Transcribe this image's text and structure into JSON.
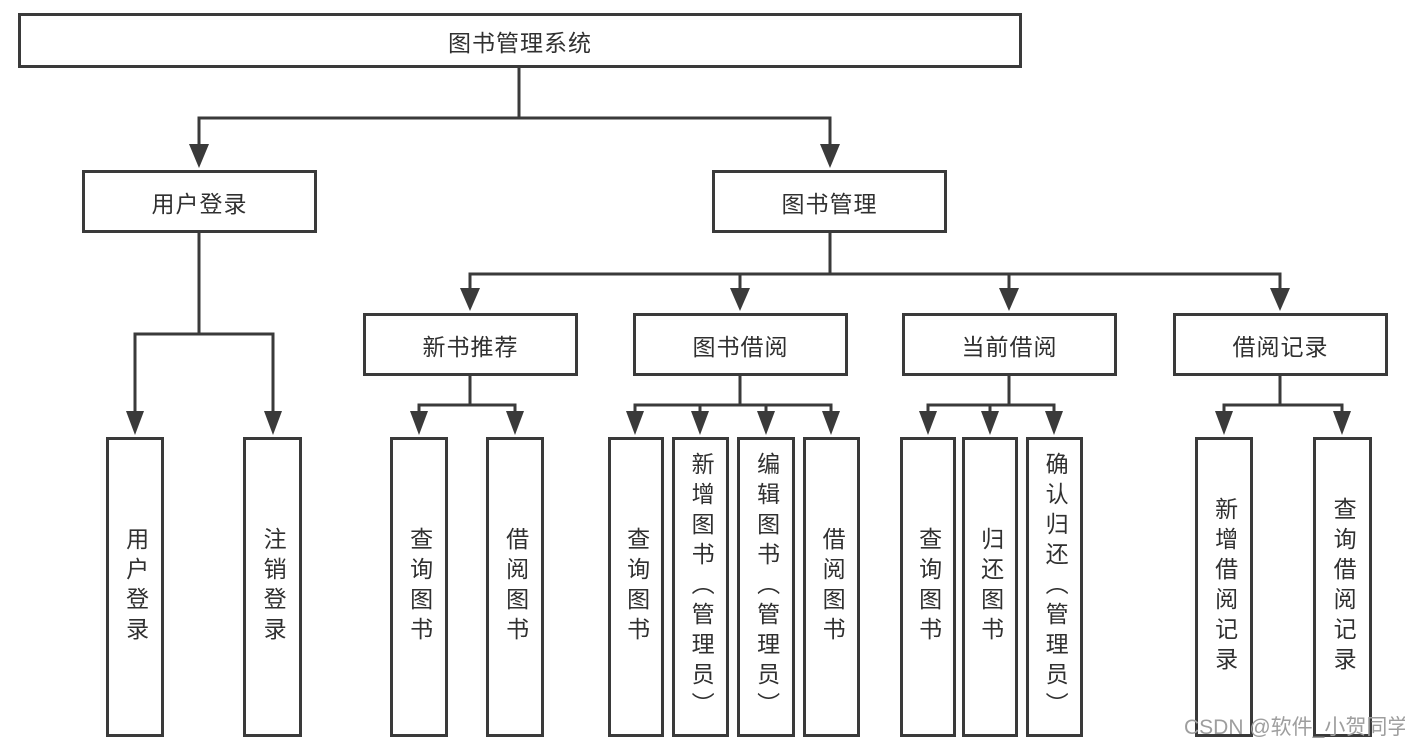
{
  "diagram": {
    "root": {
      "label": "图书管理系统"
    },
    "branches": [
      {
        "label": "用户登录",
        "children": [
          {
            "label": "用户登录"
          },
          {
            "label": "注销登录"
          }
        ]
      },
      {
        "label": "图书管理",
        "children": [
          {
            "label": "新书推荐",
            "children": [
              {
                "label": "查询图书"
              },
              {
                "label": "借阅图书"
              }
            ]
          },
          {
            "label": "图书借阅",
            "children": [
              {
                "label": "查询图书"
              },
              {
                "label": "新增图书（管理员）"
              },
              {
                "label": "编辑图书（管理员）"
              },
              {
                "label": "借阅图书"
              }
            ]
          },
          {
            "label": "当前借阅",
            "children": [
              {
                "label": "查询图书"
              },
              {
                "label": "归还图书"
              },
              {
                "label": "确认归还（管理员）"
              }
            ]
          },
          {
            "label": "借阅记录",
            "children": [
              {
                "label": "新增借阅记录"
              },
              {
                "label": "查询借阅记录"
              }
            ]
          }
        ]
      }
    ]
  },
  "watermark": {
    "text": "CSDN @软件_小贺同学"
  },
  "colors": {
    "line": "#3a3a3a",
    "border": "#3a3a3a",
    "text": "#303030",
    "background": "#ffffff",
    "watermark": "#9e9e9e"
  }
}
